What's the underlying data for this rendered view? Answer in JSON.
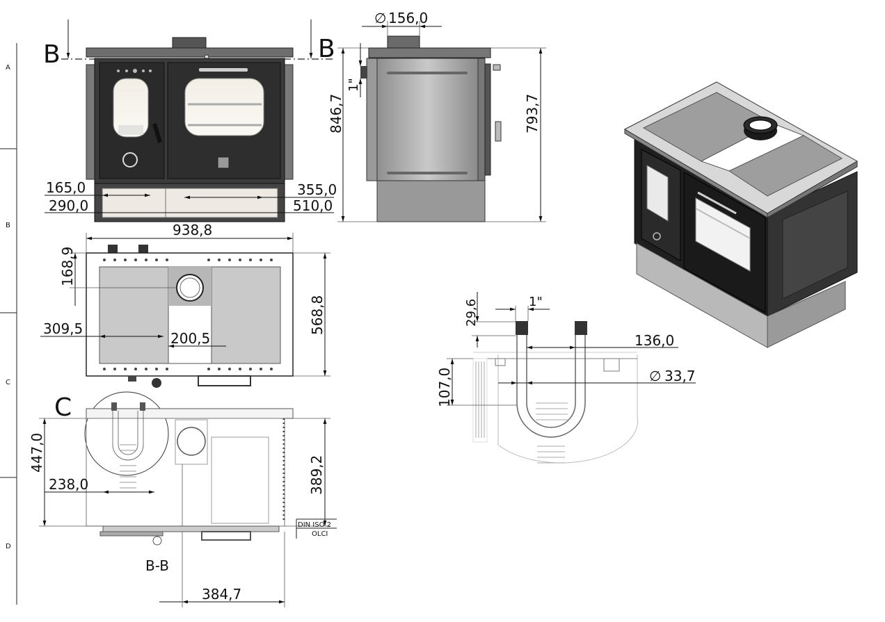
{
  "border": {
    "zones": [
      "A",
      "B",
      "C",
      "D"
    ]
  },
  "section": {
    "cut_letter": "B",
    "detail_letter": "C",
    "view_label": "B-B"
  },
  "title_block": {
    "standard": "DIN ISO 2",
    "cut_text": "OLCI"
  },
  "front": {
    "dims": [
      "165,0",
      "290,0",
      "355,0",
      "510,0"
    ]
  },
  "side": {
    "dims": [
      "156,0",
      "1\"",
      "846,7",
      "793,7"
    ],
    "dia_symbol": "∅"
  },
  "top": {
    "dims": [
      "938,8",
      "168,9",
      "309,5",
      "200,5",
      "568,8"
    ]
  },
  "section_view": {
    "dims": [
      "447,0",
      "238,0",
      "389,2",
      "384,7"
    ]
  },
  "detail": {
    "dims": [
      "1\"",
      "29,6",
      "136,0",
      "33,7",
      "107,0"
    ],
    "dia_symbol": "∅"
  }
}
